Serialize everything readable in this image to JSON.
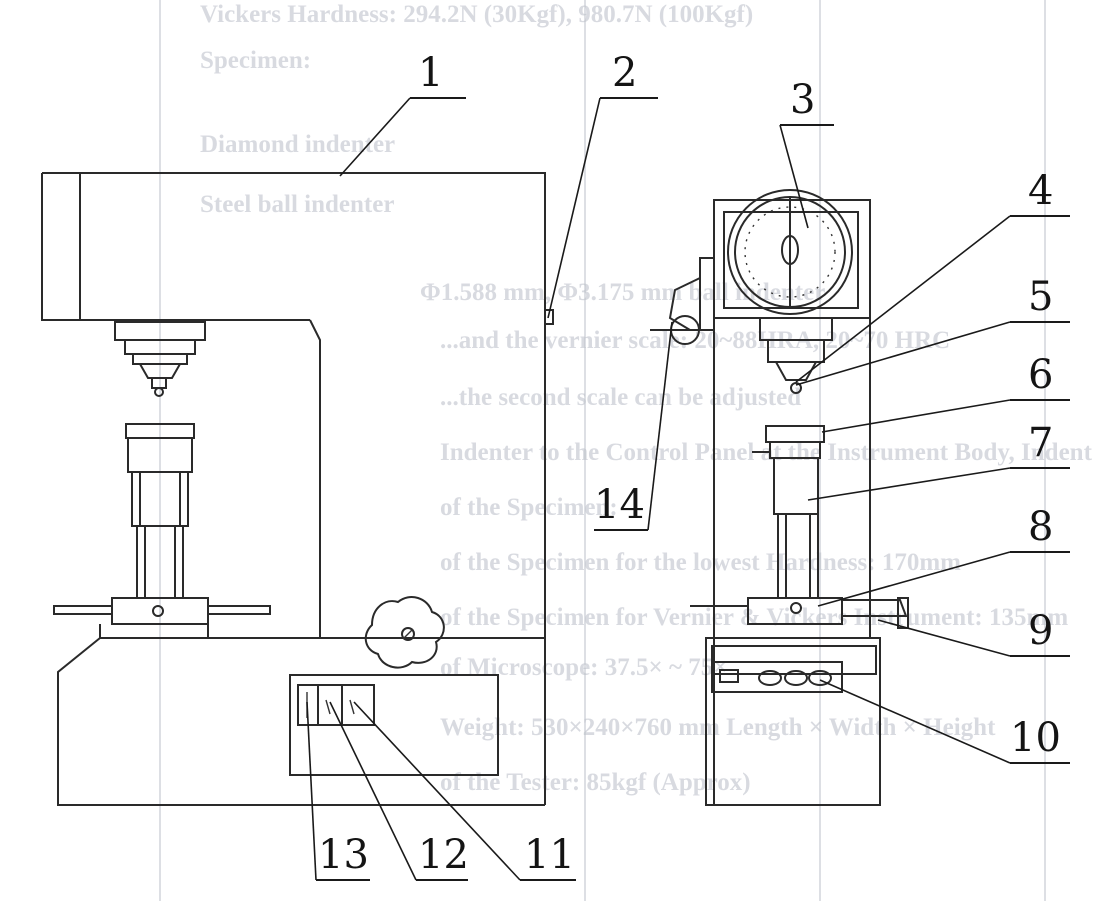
{
  "background_text": [
    "Vickers Hardness: 294.2N (30Kgf), 980.7N (100Kgf)",
    "Specimen:",
    "Diamond indenter",
    "Steel ball indenter",
    "Φ1.588 mm, Φ3.175 mm ball indenter",
    "...and the vernier scale: 20~88HRA, 20~70 HRC",
    "...the second scale can be adjusted",
    "Indenter to the Control Panel at the Instrument Body, Indent",
    "of the Specimen:",
    "of the Specimen for the lowest Hardness: 170mm",
    "of the Specimen for Vernier & Vickers Instrument: 135mm",
    "of Microscope: 37.5× ~ 75×",
    "Weight: 530×240×760 mm  Length × Width × Height",
    "of the Tester: 85kgf (Approx)"
  ],
  "callouts": [
    "1",
    "2",
    "3",
    "4",
    "5",
    "6",
    "7",
    "8",
    "9",
    "10",
    "11",
    "12",
    "13",
    "14"
  ]
}
